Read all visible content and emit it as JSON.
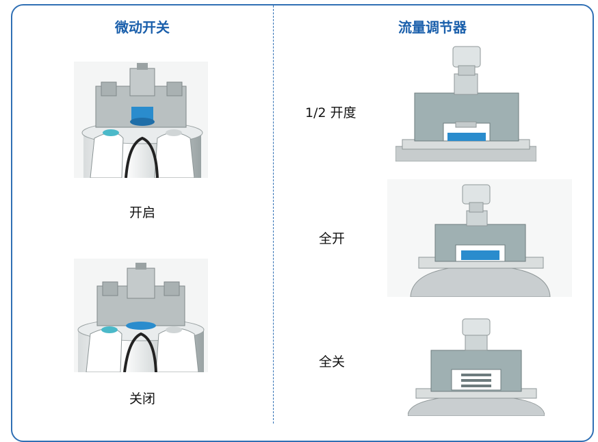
{
  "micro_switch": {
    "title": "微动开关",
    "states": [
      "开启",
      "关闭"
    ]
  },
  "flow_regulator": {
    "title": "流量调节器",
    "states": [
      "1/2 开度",
      "全开",
      "全关"
    ]
  },
  "colors": {
    "frame_blue": "#2f6fb4",
    "title_blue": "#1a5fab",
    "valve_blue": "#2f8fd0",
    "metal_grey": "#aeb6b7"
  }
}
